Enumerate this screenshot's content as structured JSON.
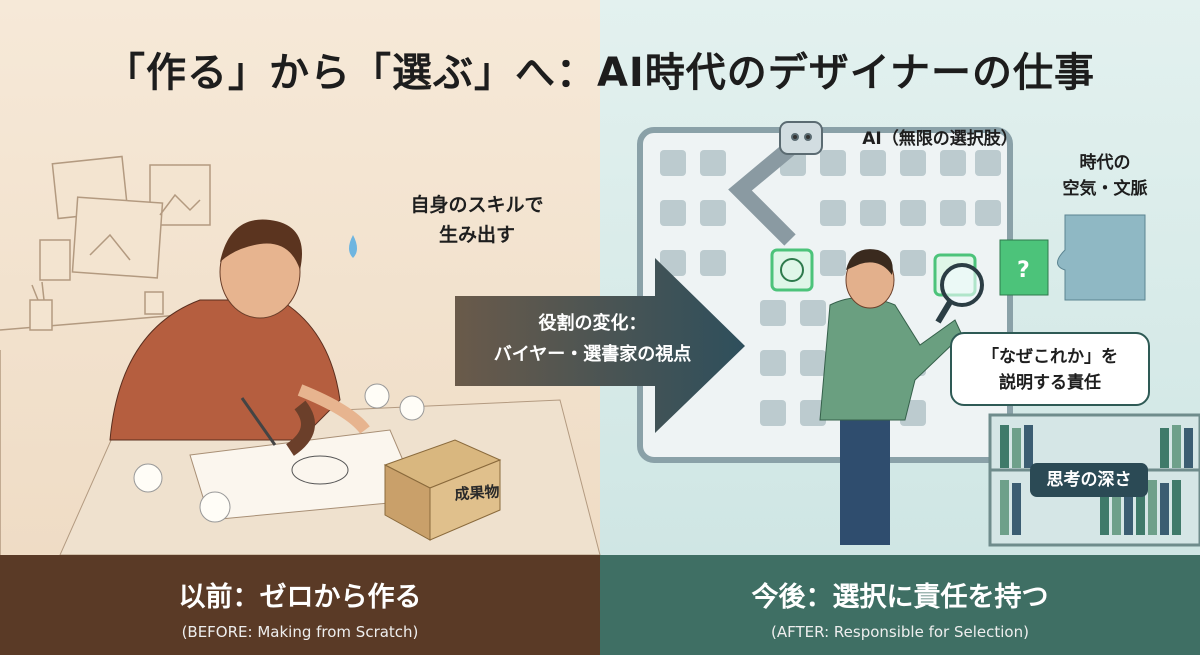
{
  "title": "「作る」から「選ぶ」へ：AI時代のデザイナーの仕事",
  "left": {
    "caption_lines": [
      "自身のスキルで",
      "生み出す"
    ],
    "box_label": "成果物",
    "bottom_main": "以前：ゼロから作る",
    "bottom_sub": "(BEFORE: Making from Scratch)"
  },
  "arrow": {
    "lines": [
      "役割の変化：",
      "バイヤー・選書家の視点"
    ]
  },
  "right": {
    "ai_label": "AI（無限の選択肢）",
    "context_lines": [
      "時代の",
      "空気・文脈"
    ],
    "speech_lines": [
      "「なぜこれか」を",
      "説明する責任"
    ],
    "depth_label": "思考の深さ",
    "bottom_main": "今後：選択に責任を持つ",
    "bottom_sub": "(AFTER: Responsible for Selection)"
  },
  "colors": {
    "left_bar": "#5a3a26",
    "right_bar": "#3f6f64",
    "arrow": "#2e4f5c",
    "highlight": "#4cc37a"
  }
}
